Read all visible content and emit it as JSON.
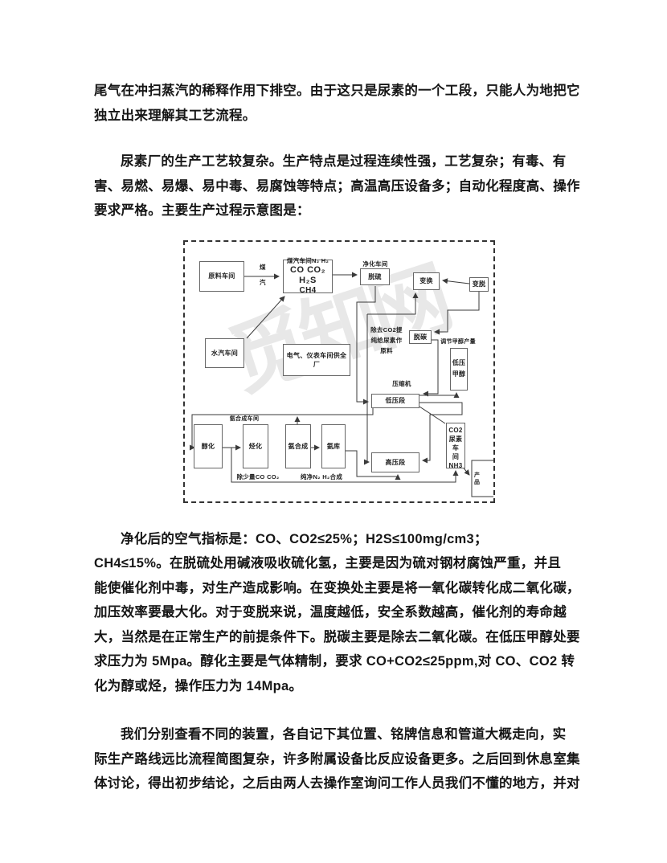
{
  "paragraphs": [
    {
      "lines": [
        "尾气在冲扫蒸汽的稀释作用下排空。由于这只是尿素的一个工段，只能人为地把它",
        "独立出来理解其工艺流程。"
      ]
    },
    {
      "lines": [
        "尿素厂的生产工艺较复杂。生产特点是过程连续性强，工艺复杂；有毒、有",
        "害、易燃、易爆、易中毒、易腐蚀等特点；高温高压设备多；自动化程度高、操作",
        "要求严格。主要生产过程示意图是："
      ]
    },
    {
      "lines": [
        "净化后的空气指标是：CO、CO2≤25%；H2S≤100mg/cm3；",
        "CH4≤15%。在脱硫处用碱液吸收硫化氢，主要是因为硫对钢材腐蚀严重，并且",
        "能使催化剂中毒，对生产造成影响。在变换处主要是将一氧化碳转化成二氧化碳，",
        "加压效率要最大化。对于变脱来说，温度越低，安全系数越高，催化剂的寿命越",
        "大，当然是在正常生产的前提条件下。脱碳主要是除去二氧化碳。在低压甲醇处要",
        "求压力为 5Mpa。醇化主要是气体精制，要求 CO+CO2≤25ppm,对 CO、CO2 转",
        "化为醇或烃，操作压力为 14Mpa。"
      ]
    },
    {
      "lines": [
        "我们分别查看不同的装置，各自记下其位置、铭牌信息和管道大概走向，实",
        "际生产路线远比流程简图复杂，许多附属设备比反应设备更多。之后回到休息室集",
        "体讨论，得出初步结论，之后由两人去操作室询问工作人员我们不懂的地方，并对"
      ]
    }
  ],
  "diagram": {
    "watermark": "觅知网",
    "boxes": {
      "raw_material": "原料车间",
      "coal_gas_line1": "煤汽车间N₂ H₂",
      "coal_gas_line2": "CO CO₂ H₂S",
      "coal_gas_line3": "CH4",
      "desulfurization": "脱硫",
      "shift": "变换",
      "shift_desulfurization": "变脱",
      "steam_workshop": "水汽车间",
      "electric_workshop": "电气、仪表车间供全厂",
      "decarbonization": "脱碳",
      "lp_methanol_line1": "低压",
      "lp_methanol_line2": "甲醇",
      "lp_stage": "低压段",
      "alcoholization": "醇化",
      "hydrocarbonization": "烃化",
      "ammonia_synthesis": "氨合成",
      "ammonia_storage": "氨库",
      "hp_stage": "高压段",
      "urea_line1": "CO2",
      "urea_line2": "尿素车",
      "urea_line3": "间NH3"
    },
    "labels": {
      "coal": "煤",
      "steam": "汽",
      "purification_workshop": "净化车间",
      "remove_co2": "除去CO2提\n纯给尿素作\n原料",
      "adjust_methanol": "调节甲醇产量",
      "compressor": "压缩机",
      "ammonia_workshop": "氨合成车间",
      "remove_trace": "除少量CO CO₂",
      "pure_synthesis": "纯净N₂ H₂合成",
      "product": "产品"
    }
  }
}
